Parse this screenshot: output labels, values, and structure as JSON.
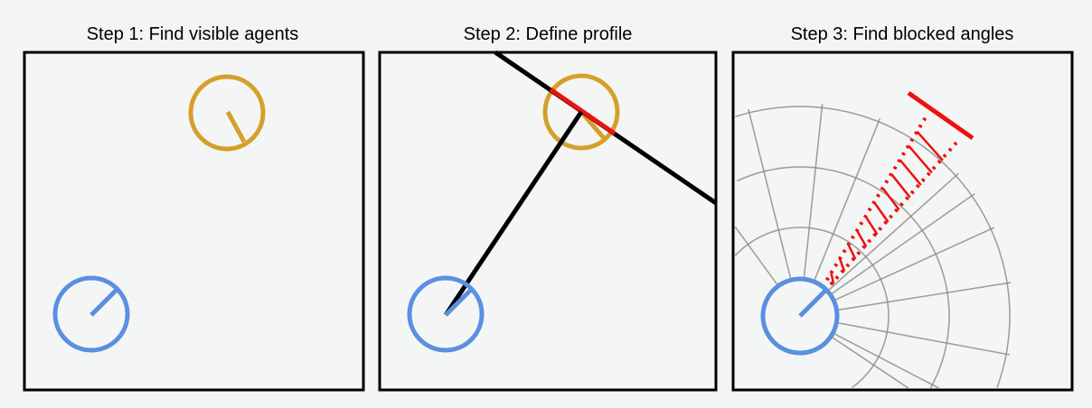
{
  "panels": [
    {
      "title": "Step 1: Find visible agents"
    },
    {
      "title": "Step 2: Define profile"
    },
    {
      "title": "Step 3: Find blocked angles"
    }
  ],
  "colors": {
    "observer_agent": "#5b8fe0",
    "other_agent": "#d4a02c",
    "profile_line": "#000000",
    "blocked": "#ee1111",
    "grid": "#8a8a8a",
    "panel_background": "#f4f6f5"
  }
}
